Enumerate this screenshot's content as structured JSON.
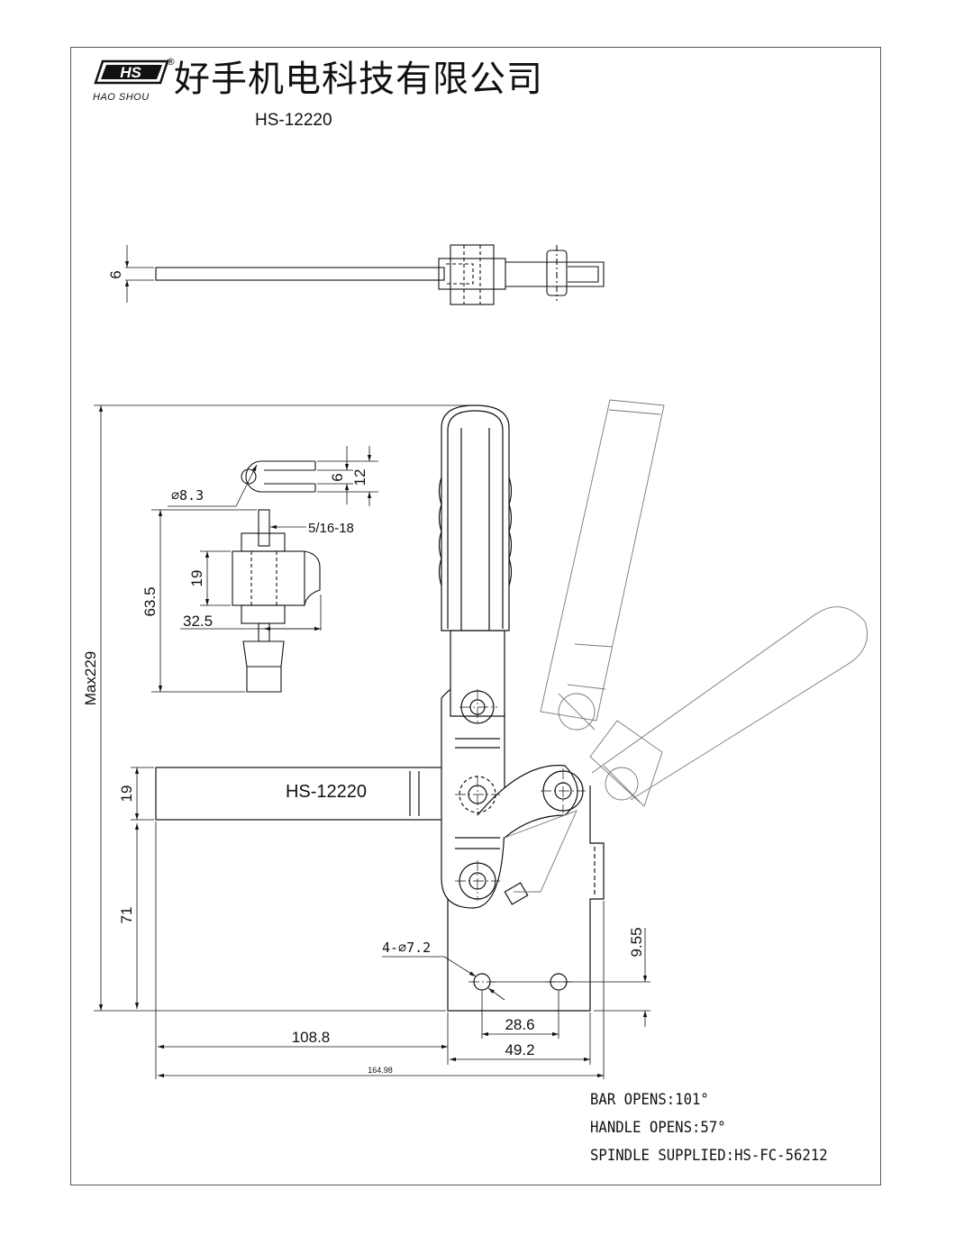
{
  "header": {
    "logo_text": "HS",
    "logo_brand": "HAO SHOU",
    "registered_mark": "®",
    "company_name": "好手机电科技有限公司",
    "model": "HS-12220"
  },
  "dimensions": {
    "top_view_thickness": "6",
    "max_height": "Max229",
    "bar_height": "19",
    "base_height": "71",
    "hole_offset": "9.55",
    "hole_label": "4-⌀7.2",
    "bar_length": "108.8",
    "hole_spacing": "28.6",
    "base_width": "49.2",
    "overall_length": "164.98",
    "spindle_eye_dia": "⌀8.3",
    "slot_width": "6",
    "slot_outer": "12",
    "thread_spec": "5/16-18",
    "spindle_length": "63.5",
    "nut_height": "19",
    "spindle_offset": "32.5",
    "bar_model_label": "HS-12220"
  },
  "notes": [
    "BAR OPENS:101°",
    "HANDLE OPENS:57°",
    "SPINDLE SUPPLIED:HS-FC-56212"
  ]
}
